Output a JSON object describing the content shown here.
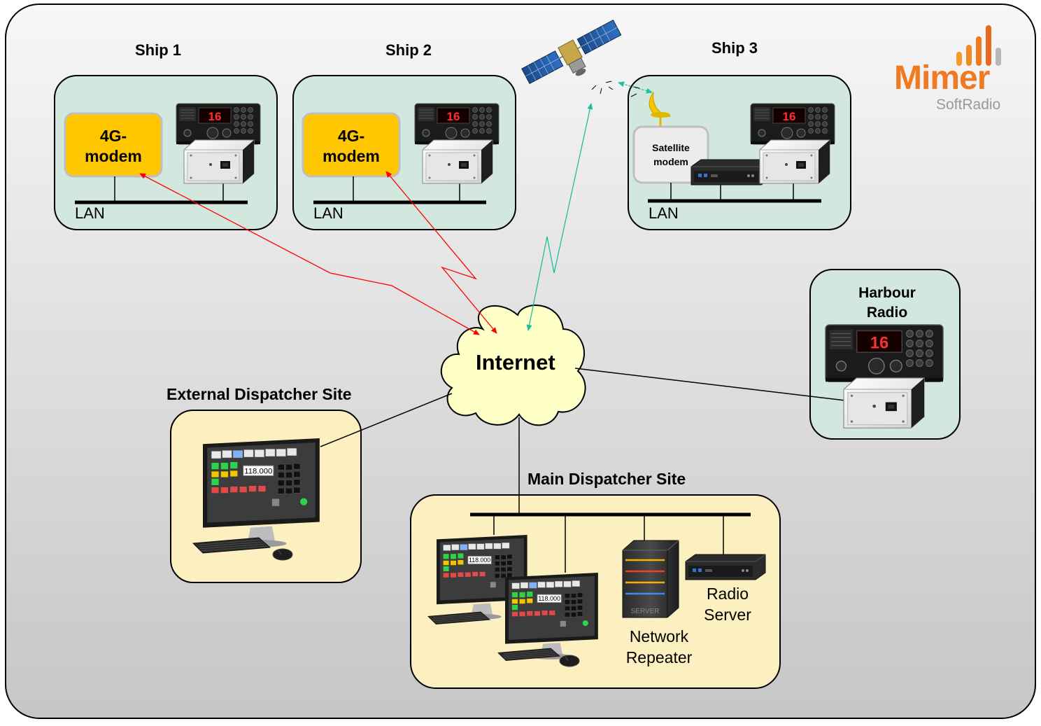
{
  "colors": {
    "ship_box": "#d2e8df",
    "site_box": "#fdf0c0",
    "modem": "#ffc700",
    "cloud": "#ffffc8",
    "red_link": "#ff0000",
    "green_link": "#1ebf9a",
    "brand_orange": "#f07a22",
    "brand_gray": "#999999"
  },
  "logo": {
    "name": "Mimer",
    "sub": "SoftRadio"
  },
  "ships": [
    {
      "title": "Ship 1",
      "lan": "LAN",
      "modem": "4G-\nmodem"
    },
    {
      "title": "Ship 2",
      "lan": "LAN",
      "modem": "4G-\nmodem"
    },
    {
      "title": "Ship 3",
      "lan": "LAN",
      "modem": "Satellite\nmodem"
    }
  ],
  "radio_display": "16",
  "internet": "Internet",
  "harbour": "Harbour\nRadio",
  "external_site": "External Dispatcher Site",
  "main_site": "Main Dispatcher Site",
  "dispatcher_freq": "118.000",
  "network_repeater": "Network\nRepeater",
  "radio_server": "Radio\nServer",
  "server_label": "SERVER",
  "icons": [
    "satellite-icon",
    "dish-antenna-icon",
    "vhf-radio-icon",
    "radio-gateway-icon",
    "mini-pc-icon",
    "dispatcher-monitor-icon",
    "keyboard-icon",
    "mouse-icon",
    "server-tower-icon"
  ]
}
